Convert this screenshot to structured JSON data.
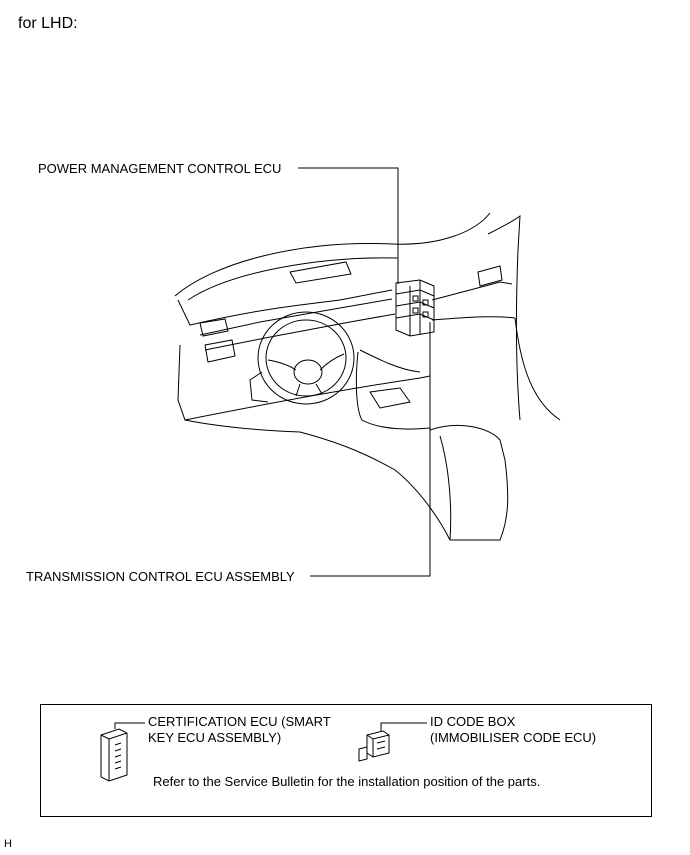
{
  "heading": "for LHD:",
  "callouts": {
    "power_management": "POWER MANAGEMENT CONTROL ECU",
    "transmission": "TRANSMISSION CONTROL ECU ASSEMBLY"
  },
  "legend": {
    "certification_line1": "CERTIFICATION ECU (SMART",
    "certification_line2": "KEY ECU ASSEMBLY)",
    "id_code_line1": "ID CODE BOX",
    "id_code_line2": "(IMMOBILISER CODE ECU)",
    "note": "Refer to the Service Bulletin for the installation position of the parts."
  },
  "footer_code": "H"
}
